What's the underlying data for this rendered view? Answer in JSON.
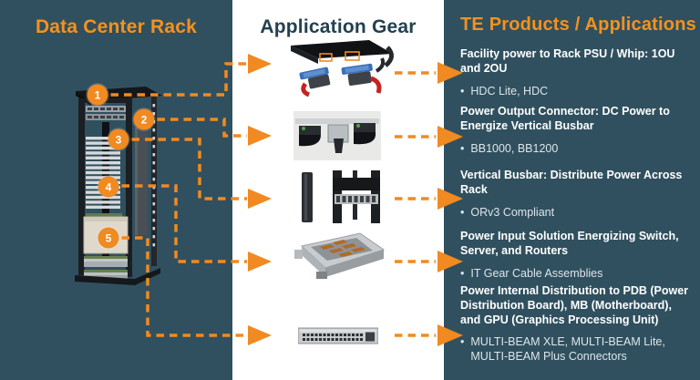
{
  "colors": {
    "panel_teal": "#30505F",
    "accent_orange": "#F08A21",
    "title_orange": "#F5921E",
    "heading_navy": "#22404F",
    "heading_text": "#FFFFFF",
    "bullet_text": "#DEE5E9"
  },
  "bullet_glyph": "•",
  "columns": {
    "rack": {
      "title": "Data Center Rack"
    },
    "gear": {
      "title": "Application Gear"
    },
    "products": {
      "title": "TE Products / Applications"
    }
  },
  "rack_markers": [
    {
      "number": "1"
    },
    {
      "number": "2"
    },
    {
      "number": "3"
    },
    {
      "number": "4"
    },
    {
      "number": "5"
    }
  ],
  "products": [
    {
      "heading": "Facility power to Rack PSU / Whip: 1OU and 2OU",
      "bullet": "HDC Lite, HDC"
    },
    {
      "heading": "Power Output Connector: DC Power to Energize Vertical Busbar",
      "bullet": "BB1000, BB1200"
    },
    {
      "heading": "Vertical Busbar: Distribute Power Across Rack",
      "bullet": "ORv3 Compliant"
    },
    {
      "heading": "Power Input Solution Energizing Switch, Server, and Routers",
      "bullet": "IT Gear Cable Assemblies"
    },
    {
      "heading": "Power Internal Distribution to PDB (Power Distribution Board), MB (Motherboard), and GPU (Graphics Processing Unit)",
      "bullet": "MULTI-BEAM XLE, MULTI-BEAM Lite, MULTI-BEAM Plus Connectors"
    }
  ]
}
